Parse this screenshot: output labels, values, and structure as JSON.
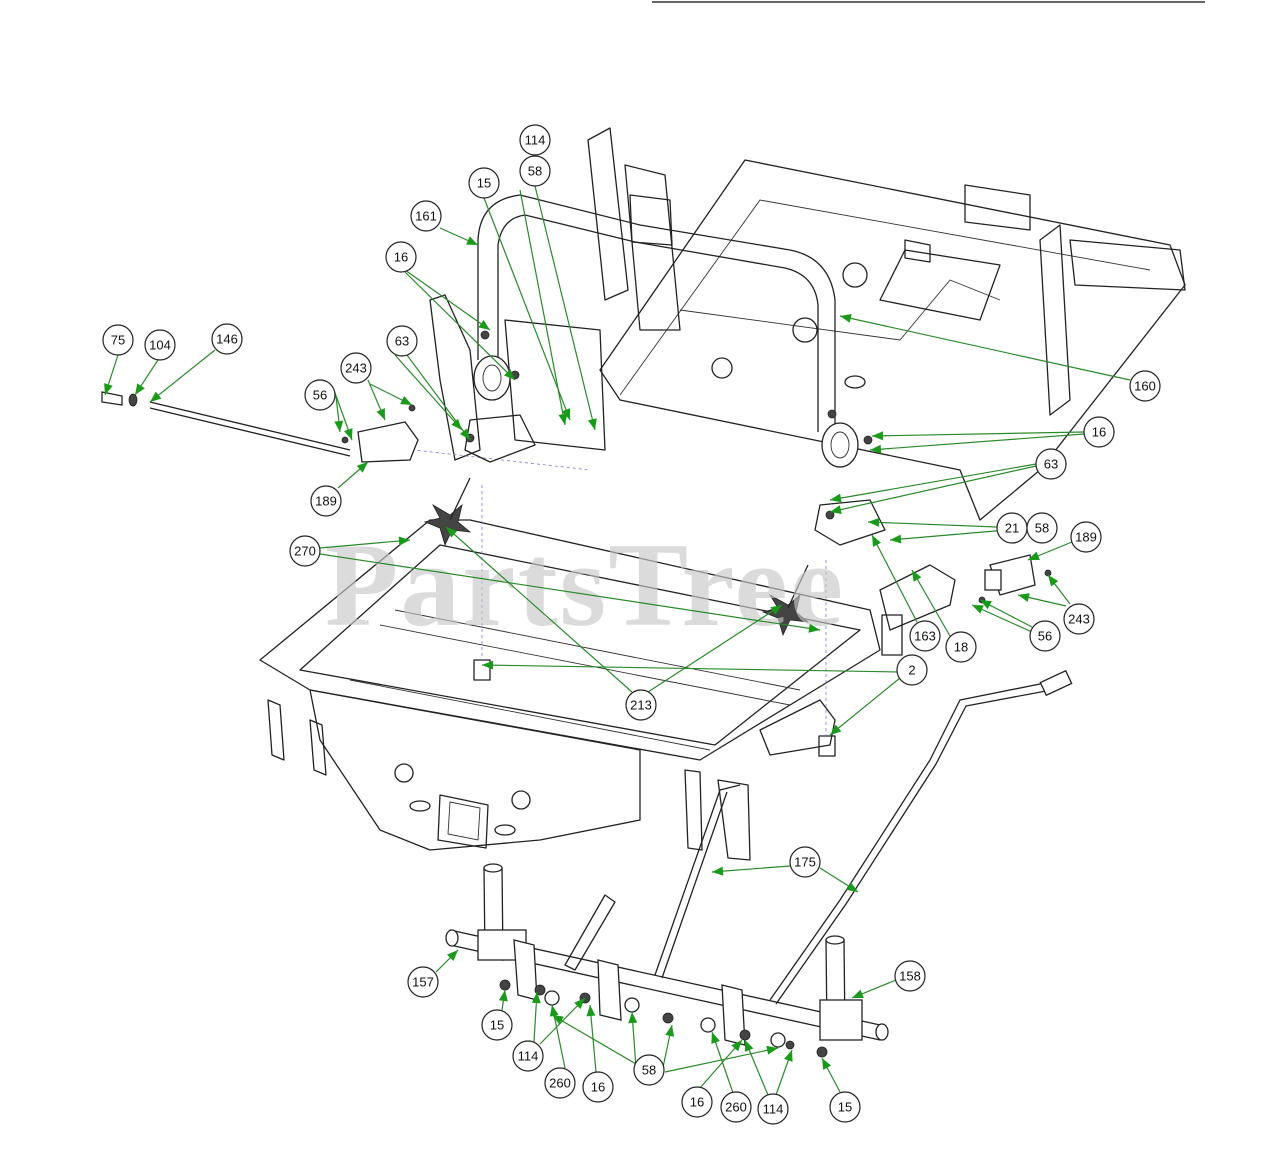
{
  "watermark": "PartsTree",
  "callouts": [
    {
      "label": "114"
    },
    {
      "label": "58"
    },
    {
      "label": "15"
    },
    {
      "label": "161"
    },
    {
      "label": "16"
    },
    {
      "label": "75"
    },
    {
      "label": "104"
    },
    {
      "label": "146"
    },
    {
      "label": "63"
    },
    {
      "label": "243"
    },
    {
      "label": "56"
    },
    {
      "label": "189"
    },
    {
      "label": "160"
    },
    {
      "label": "16"
    },
    {
      "label": "63"
    },
    {
      "label": "21"
    },
    {
      "label": "58"
    },
    {
      "label": "189"
    },
    {
      "label": "270"
    },
    {
      "label": "243"
    },
    {
      "label": "56"
    },
    {
      "label": "163"
    },
    {
      "label": "18"
    },
    {
      "label": "2"
    },
    {
      "label": "213"
    },
    {
      "label": "175"
    },
    {
      "label": "157"
    },
    {
      "label": "158"
    },
    {
      "label": "15"
    },
    {
      "label": "114"
    },
    {
      "label": "260"
    },
    {
      "label": "16"
    },
    {
      "label": "58"
    },
    {
      "label": "16"
    },
    {
      "label": "260"
    },
    {
      "label": "114"
    },
    {
      "label": "15"
    }
  ],
  "colors": {
    "leader": "#2a8a2a",
    "arrow": "#1a9a1a",
    "line": "#222222",
    "watermark": "#c8c8c8"
  }
}
